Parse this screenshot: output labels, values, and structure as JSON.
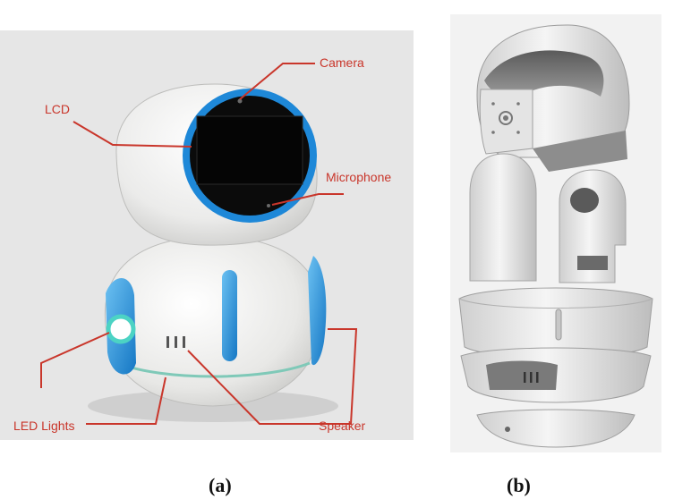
{
  "panels": [
    {
      "caption": "(a)",
      "callouts": [
        {
          "id": "camera",
          "label": "Camera"
        },
        {
          "id": "lcd",
          "label": "LCD"
        },
        {
          "id": "microphone",
          "label": "Microphone"
        },
        {
          "id": "led",
          "label": "LED Lights"
        },
        {
          "id": "speaker",
          "label": "Speaker"
        }
      ]
    },
    {
      "caption": "(b)"
    }
  ],
  "colors": {
    "callout": "#c9362b",
    "accent_blue": "#1e88d8",
    "body_white": "#f4f4f2",
    "screen": "#0b0b0b",
    "panel_a_bg": "#e6e6e6",
    "panel_b_bg": "#f2f2f2"
  }
}
